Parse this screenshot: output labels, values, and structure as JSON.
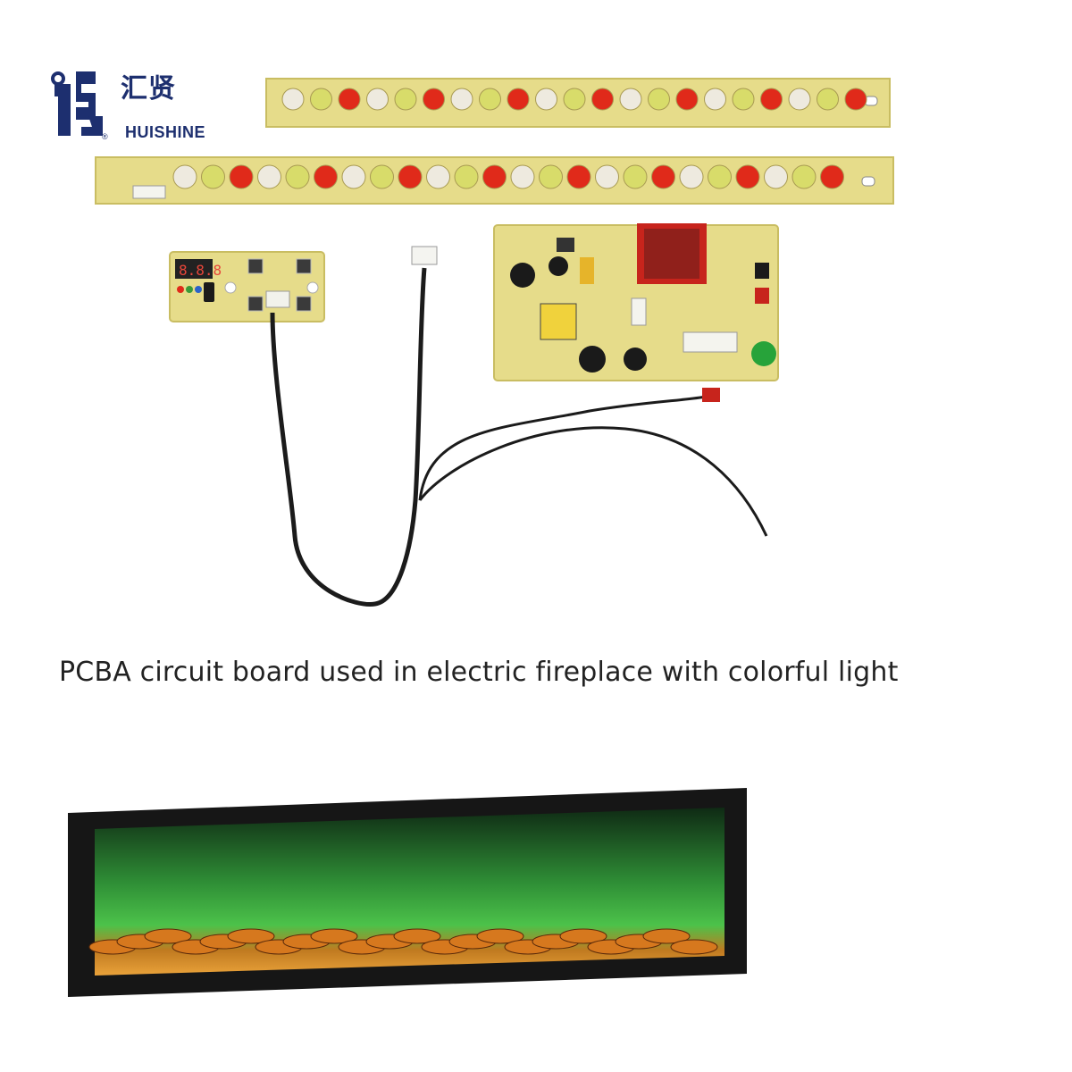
{
  "brand": {
    "name_cn": "汇贤",
    "name_en": "HUISHINE",
    "registered_mark": "®",
    "color": "#1d2f6f"
  },
  "caption": "PCBA circuit board used in electric fireplace with colorful light",
  "colors": {
    "pcb": "#e6dc8a",
    "led_red": "#e02a1a",
    "led_yellow": "#d8dc6a",
    "led_clear": "#eeeadf",
    "cable": "#1b1b1b",
    "flame_green": "#3fae3a",
    "log_orange": "#d6781e",
    "frame": "#161616"
  },
  "icons": {
    "logo": "hs-monogram-icon"
  }
}
